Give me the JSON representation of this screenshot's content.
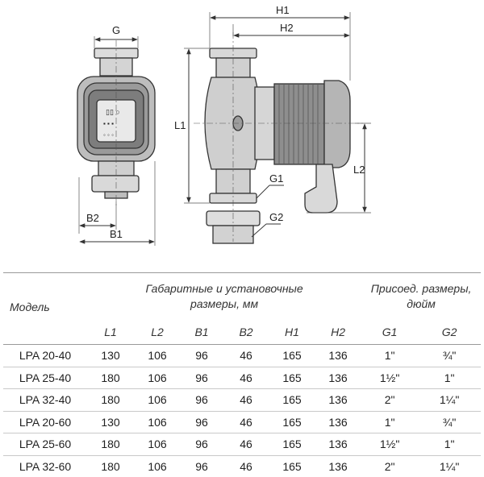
{
  "drawing": {
    "labels": {
      "G": "G",
      "H1": "H1",
      "H2": "H2",
      "L1": "L1",
      "L2": "L2",
      "G1": "G1",
      "G2": "G2",
      "B1": "B1",
      "B2": "B2"
    }
  },
  "table": {
    "model_header": "Модель",
    "dims_header_line1": "Габаритные и установочные",
    "dims_header_line2": "размеры, мм",
    "conn_header_line1": "Присоед. размеры,",
    "conn_header_line2": "дюйм",
    "columns": [
      "L1",
      "L2",
      "B1",
      "B2",
      "H1",
      "H2",
      "G1",
      "G2"
    ],
    "rows": [
      {
        "model": "LPA 20-40",
        "values": [
          "130",
          "106",
          "96",
          "46",
          "165",
          "136",
          "1\"",
          "¾\""
        ]
      },
      {
        "model": "LPA 25-40",
        "values": [
          "180",
          "106",
          "96",
          "46",
          "165",
          "136",
          "1½\"",
          "1\""
        ]
      },
      {
        "model": "LPA 32-40",
        "values": [
          "180",
          "106",
          "96",
          "46",
          "165",
          "136",
          "2\"",
          "1¼\""
        ]
      },
      {
        "model": "LPA 20-60",
        "values": [
          "130",
          "106",
          "96",
          "46",
          "165",
          "136",
          "1\"",
          "¾\""
        ]
      },
      {
        "model": "LPA 25-60",
        "values": [
          "180",
          "106",
          "96",
          "46",
          "165",
          "136",
          "1½\"",
          "1\""
        ]
      },
      {
        "model": "LPA 32-60",
        "values": [
          "180",
          "106",
          "96",
          "46",
          "165",
          "136",
          "2\"",
          "1¼\""
        ]
      }
    ]
  }
}
